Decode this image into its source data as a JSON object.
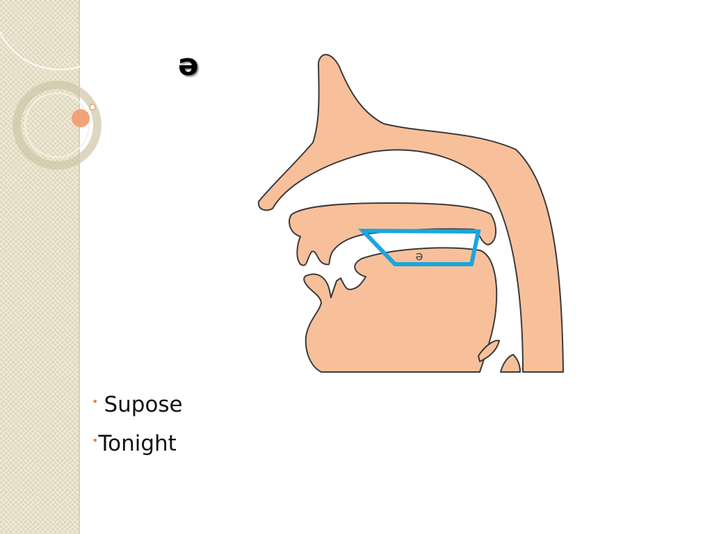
{
  "slide": {
    "title": "ə",
    "diagram": {
      "vowel_label": "ə",
      "colors": {
        "skin": "#f8c09a",
        "outline": "#3a3a3a",
        "vowel_box": "#1aa6df"
      }
    },
    "bullets": [
      {
        "mark": "•",
        "text": "Supose"
      },
      {
        "mark": "•",
        "text": "Tonight"
      }
    ]
  },
  "theme": {
    "sidebar": "#e8e1c8",
    "accent": "#e08a50"
  }
}
